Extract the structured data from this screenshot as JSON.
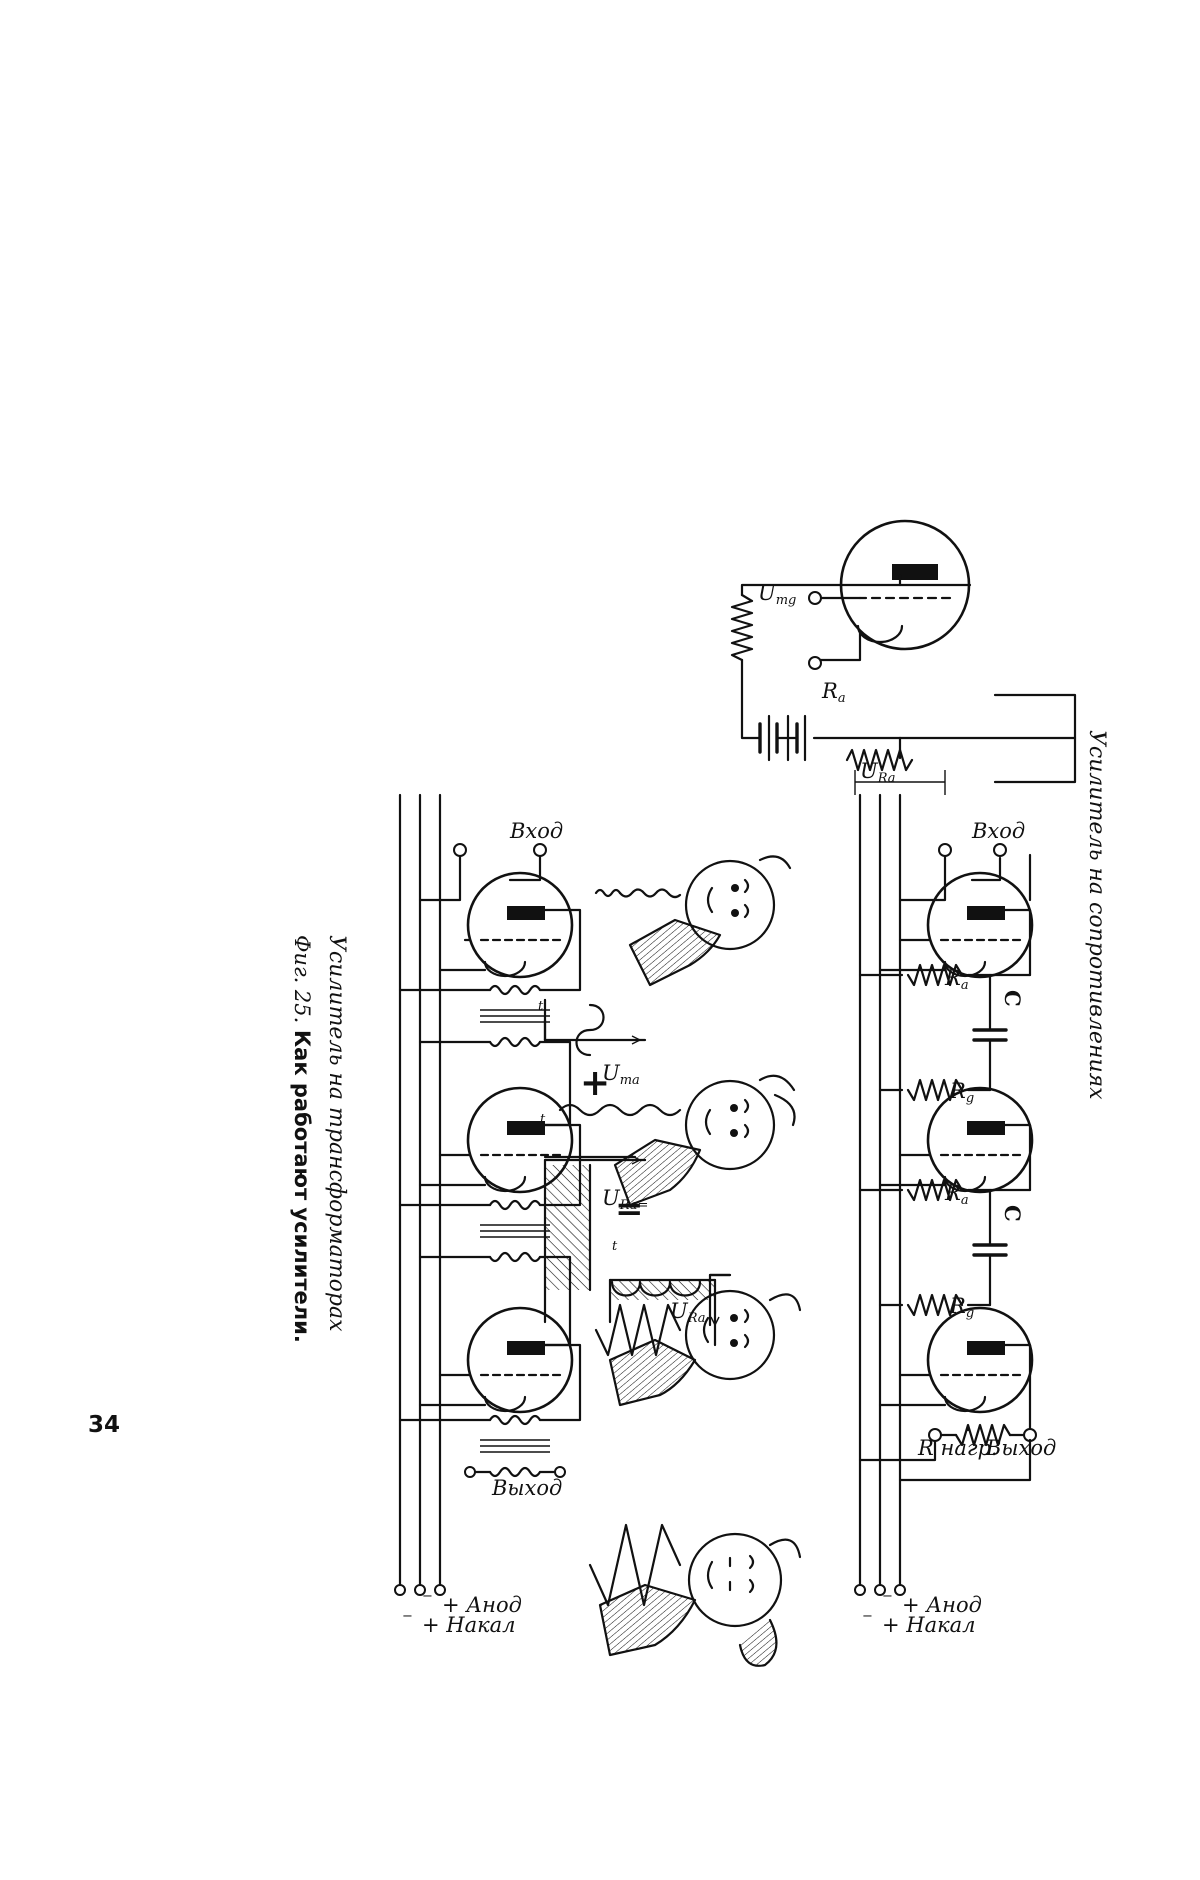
{
  "page": {
    "number": "34"
  },
  "resistance_amplifier": {
    "title": "Усилитель на сопротивлениях",
    "input": "Вход",
    "output": "Выход",
    "coupling_capacitor": "C",
    "anode_resistor_main": "R",
    "anode_resistor_sub": "a",
    "grid_resistor_main": "R",
    "grid_resistor_sub": "g",
    "load_resistor": "R нагр.",
    "anode_label": "+ Анод",
    "anode_sign": "−",
    "filament_label": "+ Накал",
    "filament_sign": "−"
  },
  "transformer_amplifier": {
    "title": "Усилитель на трансформаторах",
    "input": "Вход",
    "output": "Выход",
    "anode_label": "+ Анод",
    "anode_sign": "−",
    "filament_label": "+ Накал",
    "filament_sign": "−"
  },
  "single_stage": {
    "grid_voltage_main": "U",
    "grid_voltage_sub": "mg",
    "resistor_main": "R",
    "resistor_sub": "a",
    "resistor_voltage_main": "U",
    "resistor_voltage_sub": "Ra"
  },
  "voltage_graphs": {
    "total_main": "U",
    "total_sub": "Ra",
    "dc_main": "U",
    "dc_sub": "Ra=",
    "ac_main": "U",
    "ac_sub": "ma",
    "time_axis": "t",
    "equals_sign": "=",
    "plus_sign": "+"
  },
  "caption": {
    "figure_label": "Фиг. 25.",
    "figure_text": "Как работают усилители."
  }
}
